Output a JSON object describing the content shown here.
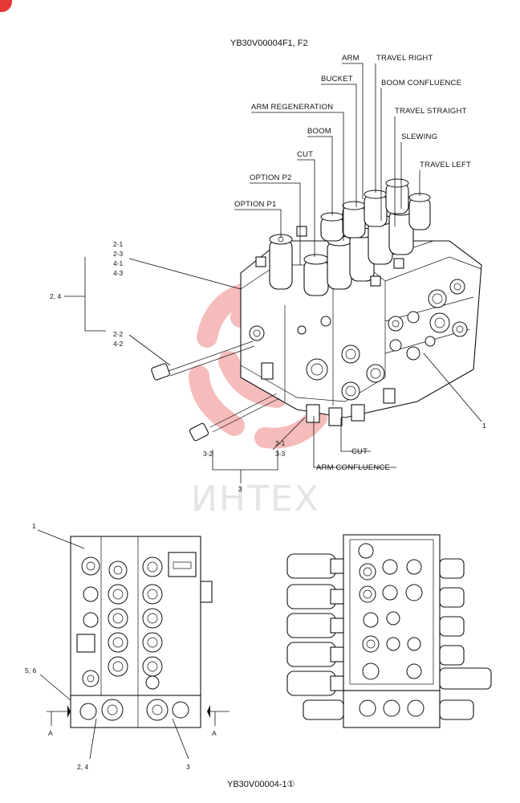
{
  "header": {
    "top_code": "YB30V00004F1, F2",
    "bottom_code": "YB30V00004-1①"
  },
  "watermark": {
    "text": "ИНТЕХ",
    "brand_color": "#e53935"
  },
  "labels": {
    "arm": "ARM",
    "travel_right": "TRAVEL RIGHT",
    "bucket": "BUCKET",
    "boom_confluence": "BOOM CONFLUENCE",
    "arm_regeneration": "ARM REGENERATION",
    "travel_straight": "TRAVEL STRAIGHT",
    "boom": "BOOM",
    "slewing": "SLEWING",
    "cut_top": "CUT",
    "travel_left": "TRAVEL LEFT",
    "option_p2": "OPTION  P2",
    "option_p1": "OPTION  P1",
    "cut_bottom": "CUT",
    "arm_confluence": "ARM CONFLUENCE"
  },
  "callouts": {
    "group_24_items_a": [
      "2-1",
      "2-3",
      "4-1",
      "4-3"
    ],
    "group_24": "2, 4",
    "group_24_items_b": [
      "2-2",
      "4-2"
    ],
    "group_3_items_a": [
      "3-1",
      "3-3"
    ],
    "item_3_2": "3-2",
    "group_3": "3",
    "item_1": "1",
    "left_1": "1",
    "left_56": "5, 6",
    "left_a1": "A",
    "left_a2": "A",
    "left_24": "2, 4",
    "left_3": "3"
  }
}
